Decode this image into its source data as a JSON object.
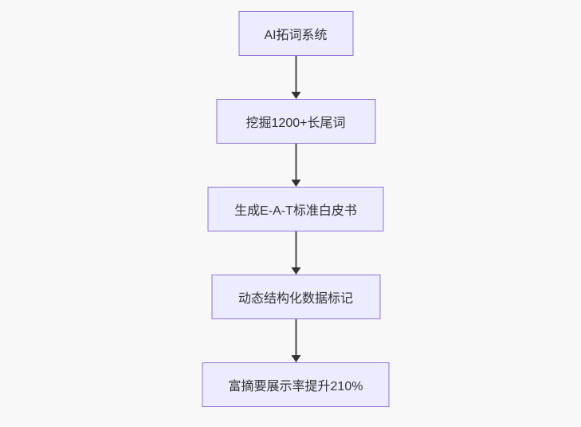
{
  "flowchart": {
    "type": "flowchart",
    "direction": "top-down",
    "nodes": [
      {
        "id": "A",
        "label": "AI拓词系统"
      },
      {
        "id": "B",
        "label": "挖掘1200+长尾词"
      },
      {
        "id": "C",
        "label": "生成E-A-T标准白皮书"
      },
      {
        "id": "D",
        "label": "动态结构化数据标记"
      },
      {
        "id": "E",
        "label": "富摘要展示率提升210%"
      }
    ],
    "edges": [
      {
        "from": "A",
        "to": "B"
      },
      {
        "from": "B",
        "to": "C"
      },
      {
        "from": "C",
        "to": "D"
      },
      {
        "from": "D",
        "to": "E"
      }
    ],
    "colors": {
      "node_fill": "#ECECFF",
      "node_border": "#9370DB",
      "node_text": "#333333",
      "edge_line": "#494949",
      "arrow_head": "#333333",
      "background": "#F8F8F8"
    }
  }
}
